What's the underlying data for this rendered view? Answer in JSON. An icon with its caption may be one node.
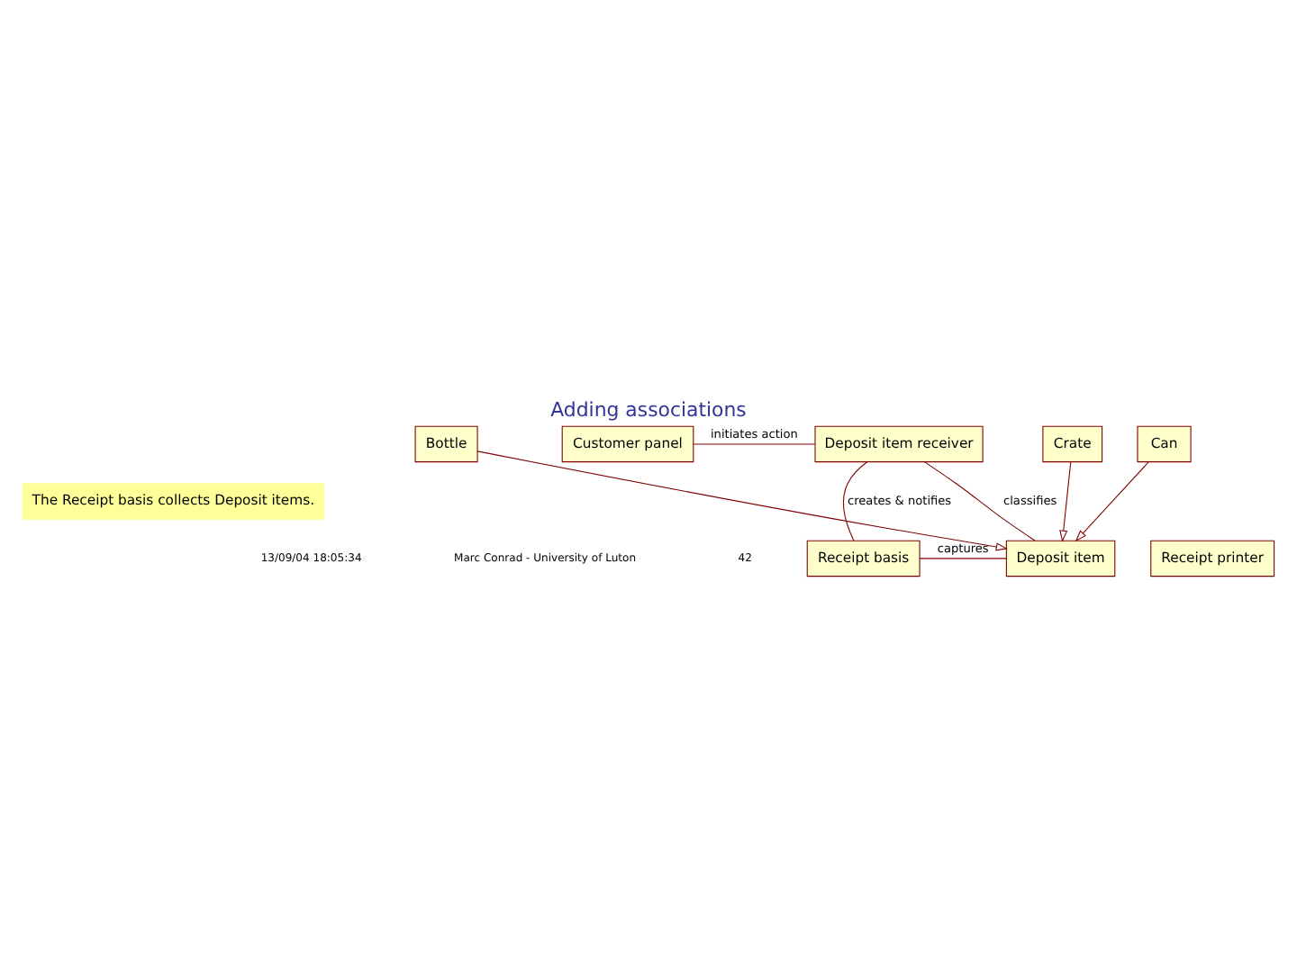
{
  "diagram": {
    "title": "Adding associations",
    "nodes": [
      {
        "text": [
          "The Receipt basis collects Deposit items."
        ]
      },
      {
        "text": [
          "Customer panel"
        ]
      },
      {
        "text": [
          "Deposit item receiver"
        ]
      },
      {
        "text": [
          "Receipt basis"
        ]
      },
      {
        "text": [
          "Deposit item"
        ]
      },
      {
        "text": [
          "Receipt printer"
        ]
      },
      {
        "text": [
          "Can"
        ]
      },
      {
        "text": [
          "Bottle"
        ]
      },
      {
        "text": [
          "Crate"
        ]
      }
    ],
    "edges": [
      {
        "from": 1,
        "to": 2,
        "arrow": "none",
        "label": "initiates action"
      },
      {
        "from": 2,
        "to": 3,
        "arrow": "none",
        "label": "creates & notifies"
      },
      {
        "from": 2,
        "to": 4,
        "arrow": "none",
        "label": "classifies"
      },
      {
        "from": 3,
        "to": 4,
        "arrow": "none",
        "label": "captures"
      },
      {
        "from": 6,
        "to": 4,
        "arrow": "to"
      },
      {
        "from": 7,
        "to": 4,
        "arrow": "to"
      },
      {
        "from": 8,
        "to": 4,
        "arrow": "to"
      }
    ],
    "labels": [
      "13/09/04 18:05:34",
      "Marc Conrad - University of Luton",
      "42"
    ]
  }
}
